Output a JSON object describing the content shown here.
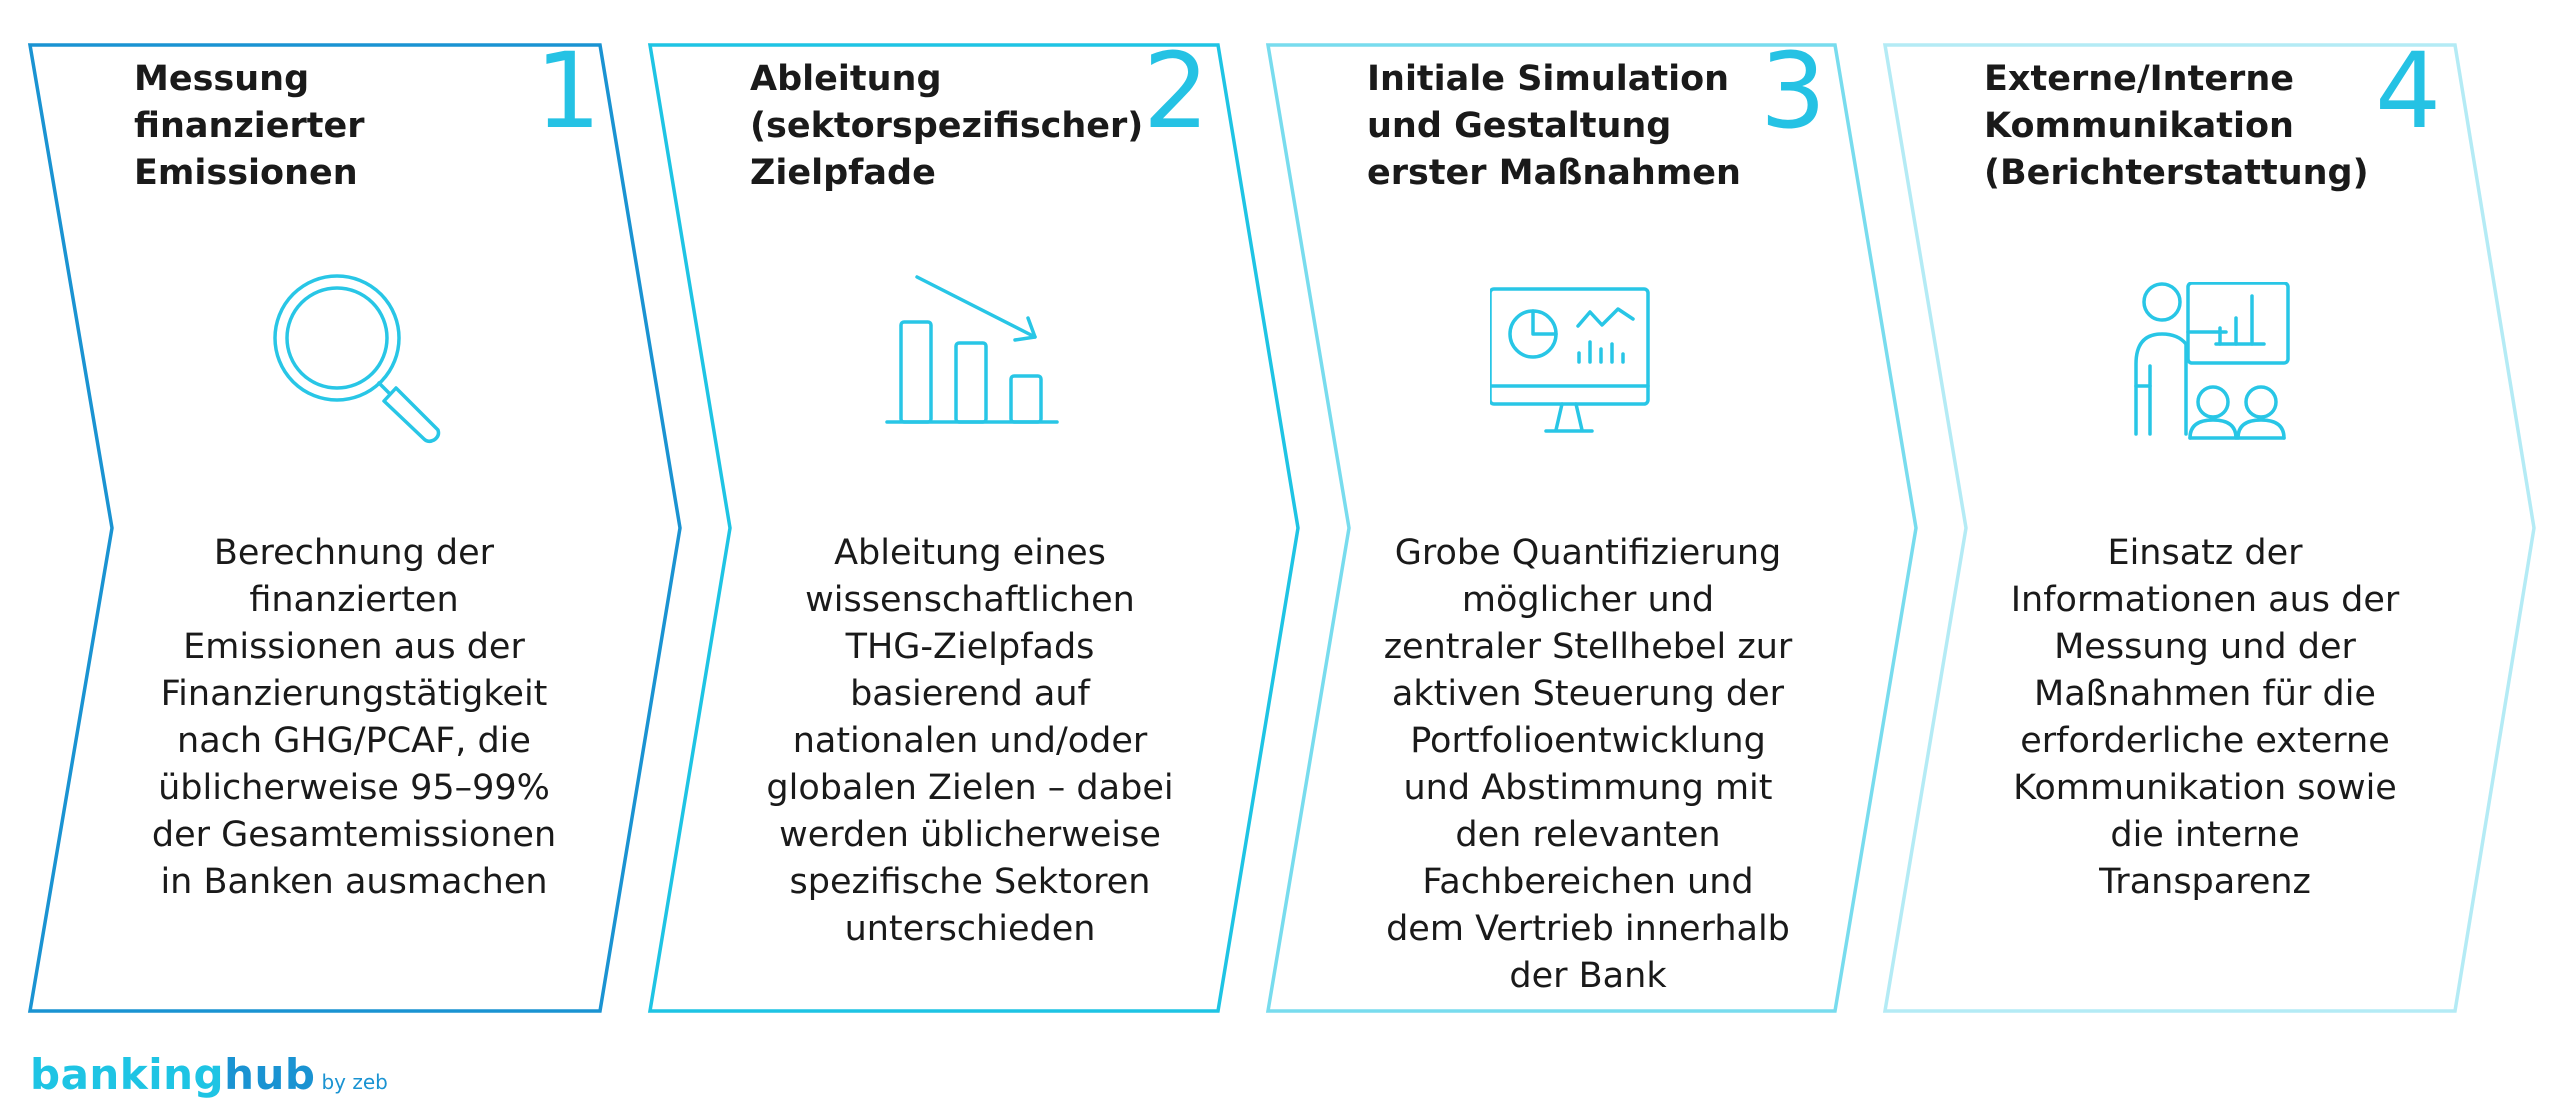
{
  "colors": {
    "step1": "#1a93d2",
    "step2": "#1ec4e4",
    "step3": "#78dcee",
    "step4": "#b4ebf5",
    "icon": "#28c6e6",
    "number": "#25c2e4",
    "text": "#1a1a1a"
  },
  "steps": [
    {
      "number": "1",
      "title": "Messung\nfinanzierter\nEmissionen",
      "icon": "magnifier-icon",
      "description": "Berechnung der\nfinanzierten\nEmissionen aus der\nFinanzierungstätigkeit\nnach GHG/PCAF, die\nüblicherweise 95–99%\nder Gesamtemissionen\nin Banken ausmachen"
    },
    {
      "number": "2",
      "title": "Ableitung\n(sektorspezifischer)\nZielpfade",
      "icon": "declining-bar-chart-icon",
      "description": "Ableitung eines\nwissenschaftlichen\nTHG-Zielpfads\nbasierend auf\nnationalen und/oder\nglobalen Zielen – dabei\nwerden üblicherweise\nspezifische Sektoren\nunterschieden"
    },
    {
      "number": "3",
      "title": "Initiale Simulation\nund Gestaltung\nerster Maßnahmen",
      "icon": "monitor-dashboard-icon",
      "description": "Grobe Quantifizierung\nmöglicher und\nzentraler Stellhebel zur\naktiven Steuerung der\nPortfolioentwicklung\nund Abstimmung mit\nden relevanten\nFachbereichen und\ndem Vertrieb innerhalb\nder Bank"
    },
    {
      "number": "4",
      "title": "Externe/Interne\nKommunikation\n(Berichterstattung)",
      "icon": "presentation-audience-icon",
      "description": "Einsatz der\nInformationen aus der\nMessung und der\nMaßnahmen für die\nerforderliche externe\nKommunikation sowie\ndie interne\nTransparenz"
    }
  ],
  "logo": {
    "part1": "banking",
    "part2": "hub",
    "suffix": "by zeb",
    "color_part1": "#1ec4e4",
    "color_part2": "#1a93d2",
    "color_suffix": "#1a93d2"
  }
}
